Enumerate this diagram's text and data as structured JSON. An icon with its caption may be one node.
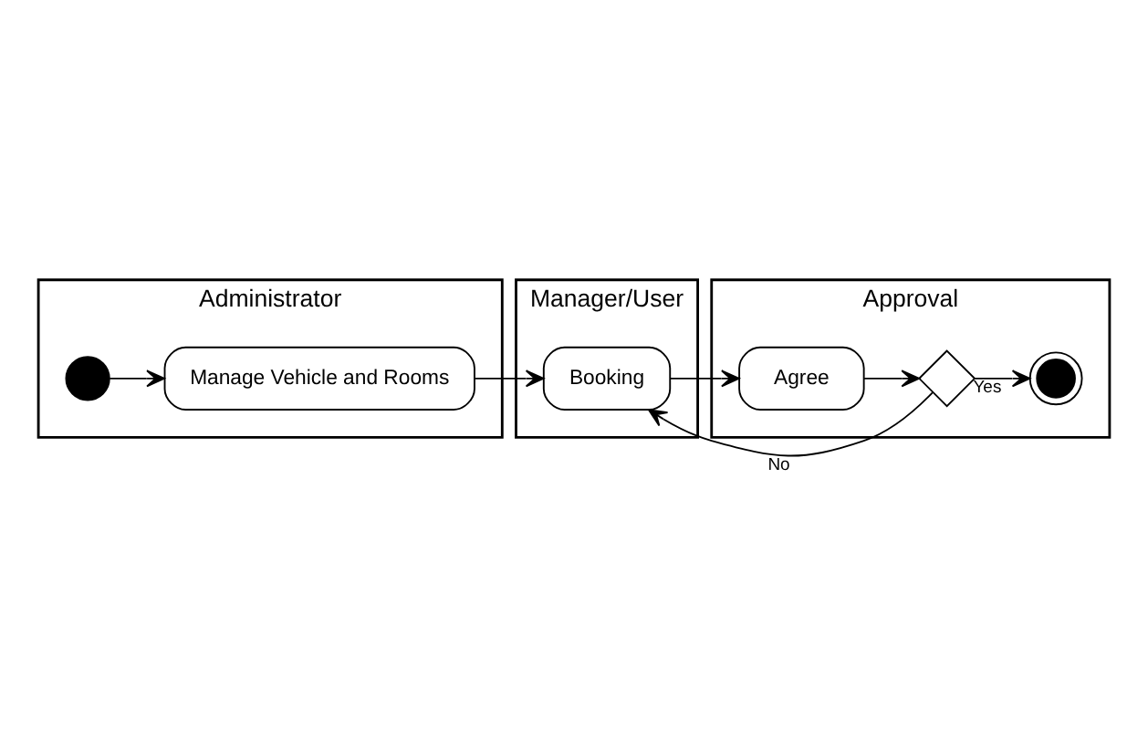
{
  "diagram": {
    "nodes": [
      {
        "text": [
          "Administrator"
        ]
      },
      {
        "text": [
          "Manager/User"
        ]
      },
      {
        "text": [
          "Approval"
        ]
      },
      {
        "text": [],
        "shape": "circle",
        "in": 0
      },
      {
        "text": [
          "Manage Vehicle and Rooms"
        ],
        "in": 0
      },
      {
        "text": [
          "Booking"
        ],
        "in": 1
      },
      {
        "text": [
          "Agree"
        ],
        "in": 2
      },
      {
        "text": [],
        "shape": "diamond",
        "in": 2
      },
      {
        "text": [],
        "shape": "circle",
        "in": 2
      }
    ],
    "edges": [
      {
        "from": 3,
        "to": 4,
        "arrow": "to"
      },
      {
        "from": 4,
        "to": 5,
        "arrow": "to"
      },
      {
        "from": 5,
        "to": 6,
        "arrow": "to"
      },
      {
        "from": 6,
        "to": 7,
        "arrow": "to"
      },
      {
        "from": 7,
        "to": 5,
        "arrow": "to",
        "label": "No"
      },
      {
        "from": 7,
        "to": 8,
        "arrow": "to",
        "label": "Yes"
      }
    ]
  }
}
